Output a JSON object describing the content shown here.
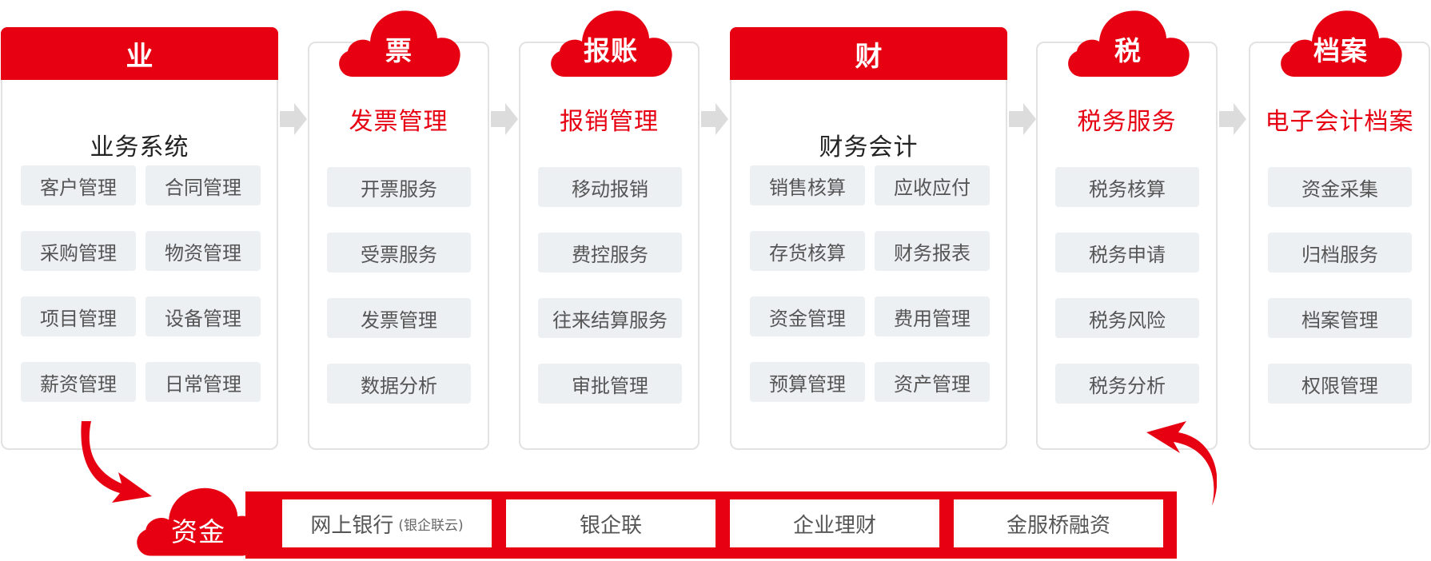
{
  "colors": {
    "accent": "#e60012",
    "chip_bg": "#ecf0f3",
    "border": "#e2e2e2",
    "arrow_grey": "#dcdcdc"
  },
  "modules": [
    {
      "header": "业",
      "title": "业务系统",
      "items": [
        "客户管理",
        "合同管理",
        "采购管理",
        "物资管理",
        "项目管理",
        "设备管理",
        "薪资管理",
        "日常管理"
      ]
    },
    {
      "header": "票",
      "title": "发票管理",
      "items": [
        "开票服务",
        "受票服务",
        "发票管理",
        "数据分析"
      ]
    },
    {
      "header": "报账",
      "title": "报销管理",
      "items": [
        "移动报销",
        "费控服务",
        "往来结算服务",
        "审批管理"
      ]
    },
    {
      "header": "财",
      "title": "财务会计",
      "items": [
        "销售核算",
        "应收应付",
        "存货核算",
        "财务报表",
        "资金管理",
        "费用管理",
        "预算管理",
        "资产管理"
      ]
    },
    {
      "header": "税",
      "title": "税务服务",
      "items": [
        "税务核算",
        "税务申请",
        "税务风险",
        "税务分析"
      ]
    },
    {
      "header": "档案",
      "title": "电子会计档案",
      "items": [
        "资金采集",
        "归档服务",
        "档案管理",
        "权限管理"
      ]
    }
  ],
  "funds": {
    "label": "资金",
    "items": [
      {
        "text": "网上银行",
        "sub": "(银企联云)"
      },
      {
        "text": "银企联"
      },
      {
        "text": "企业理财"
      },
      {
        "text": "金服桥融资"
      }
    ]
  }
}
